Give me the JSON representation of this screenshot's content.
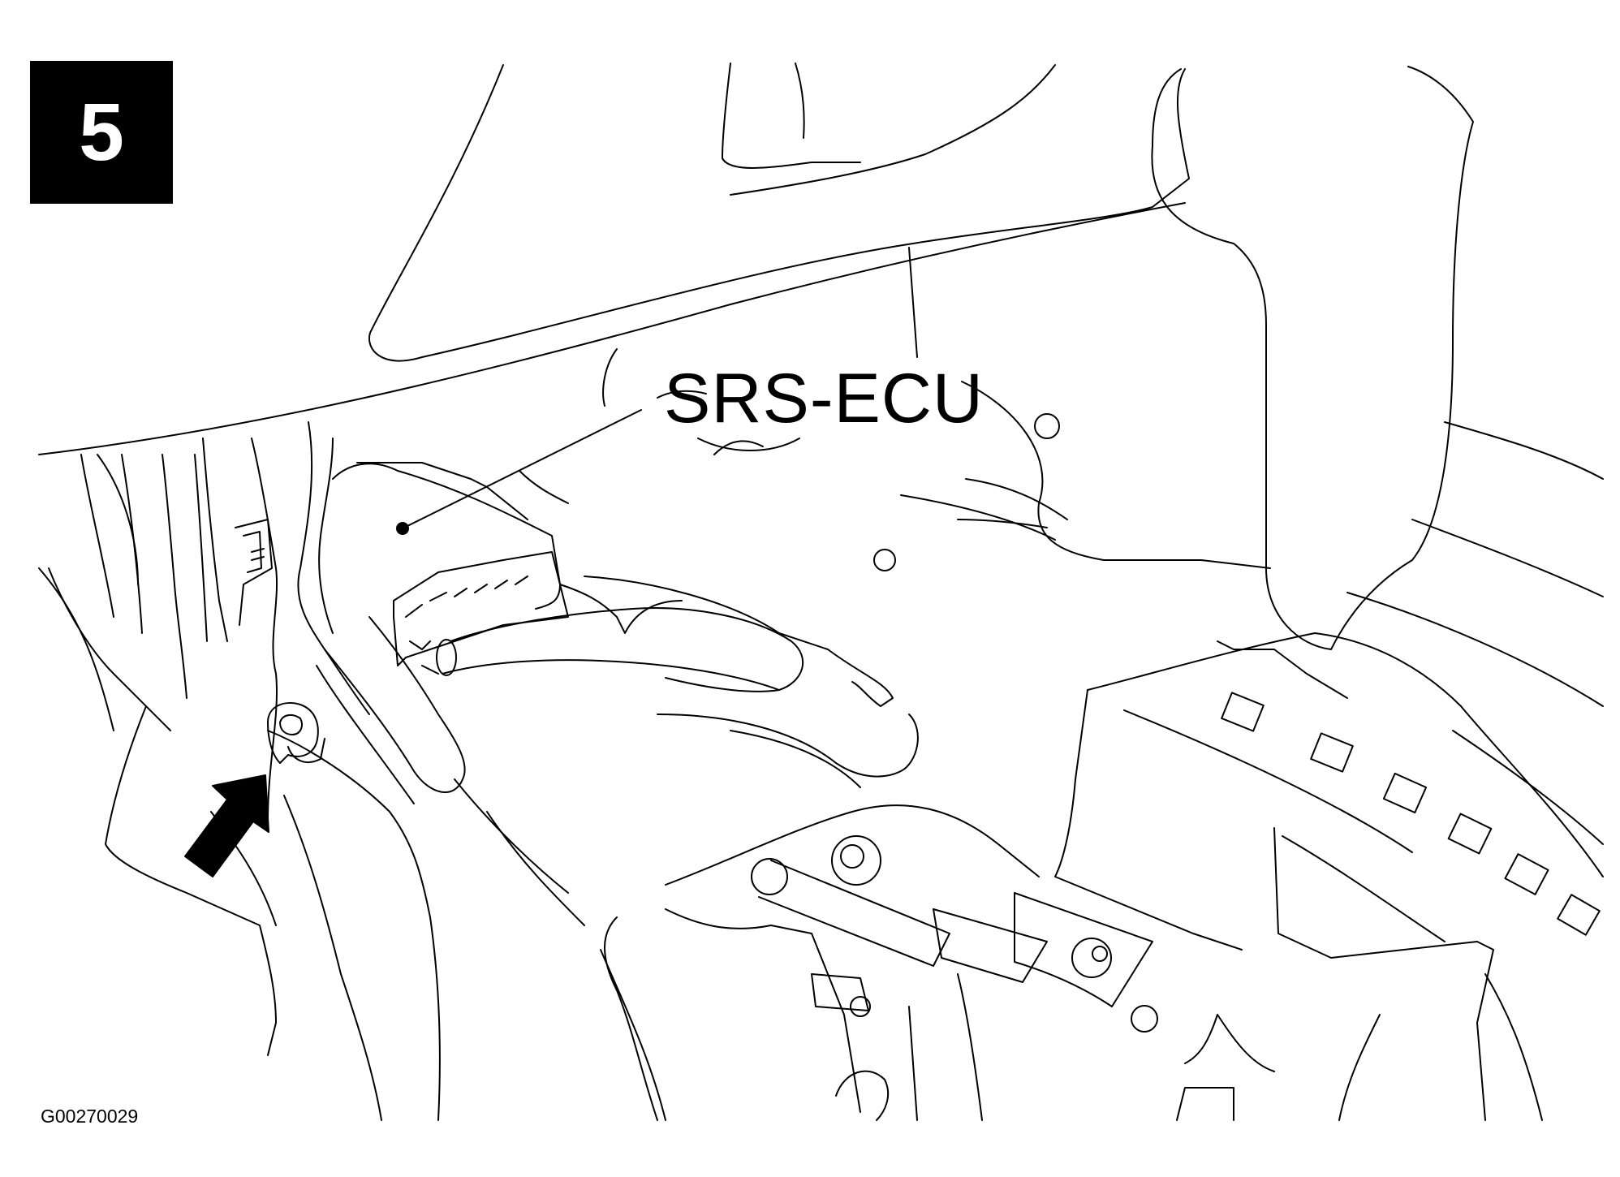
{
  "step": {
    "number": "5"
  },
  "callout": {
    "label": "SRS-ECU"
  },
  "figure": {
    "id": "G00270029"
  },
  "colors": {
    "background": "#ffffff",
    "line": "#000000",
    "badge": "#000000",
    "badge_text": "#ffffff"
  }
}
